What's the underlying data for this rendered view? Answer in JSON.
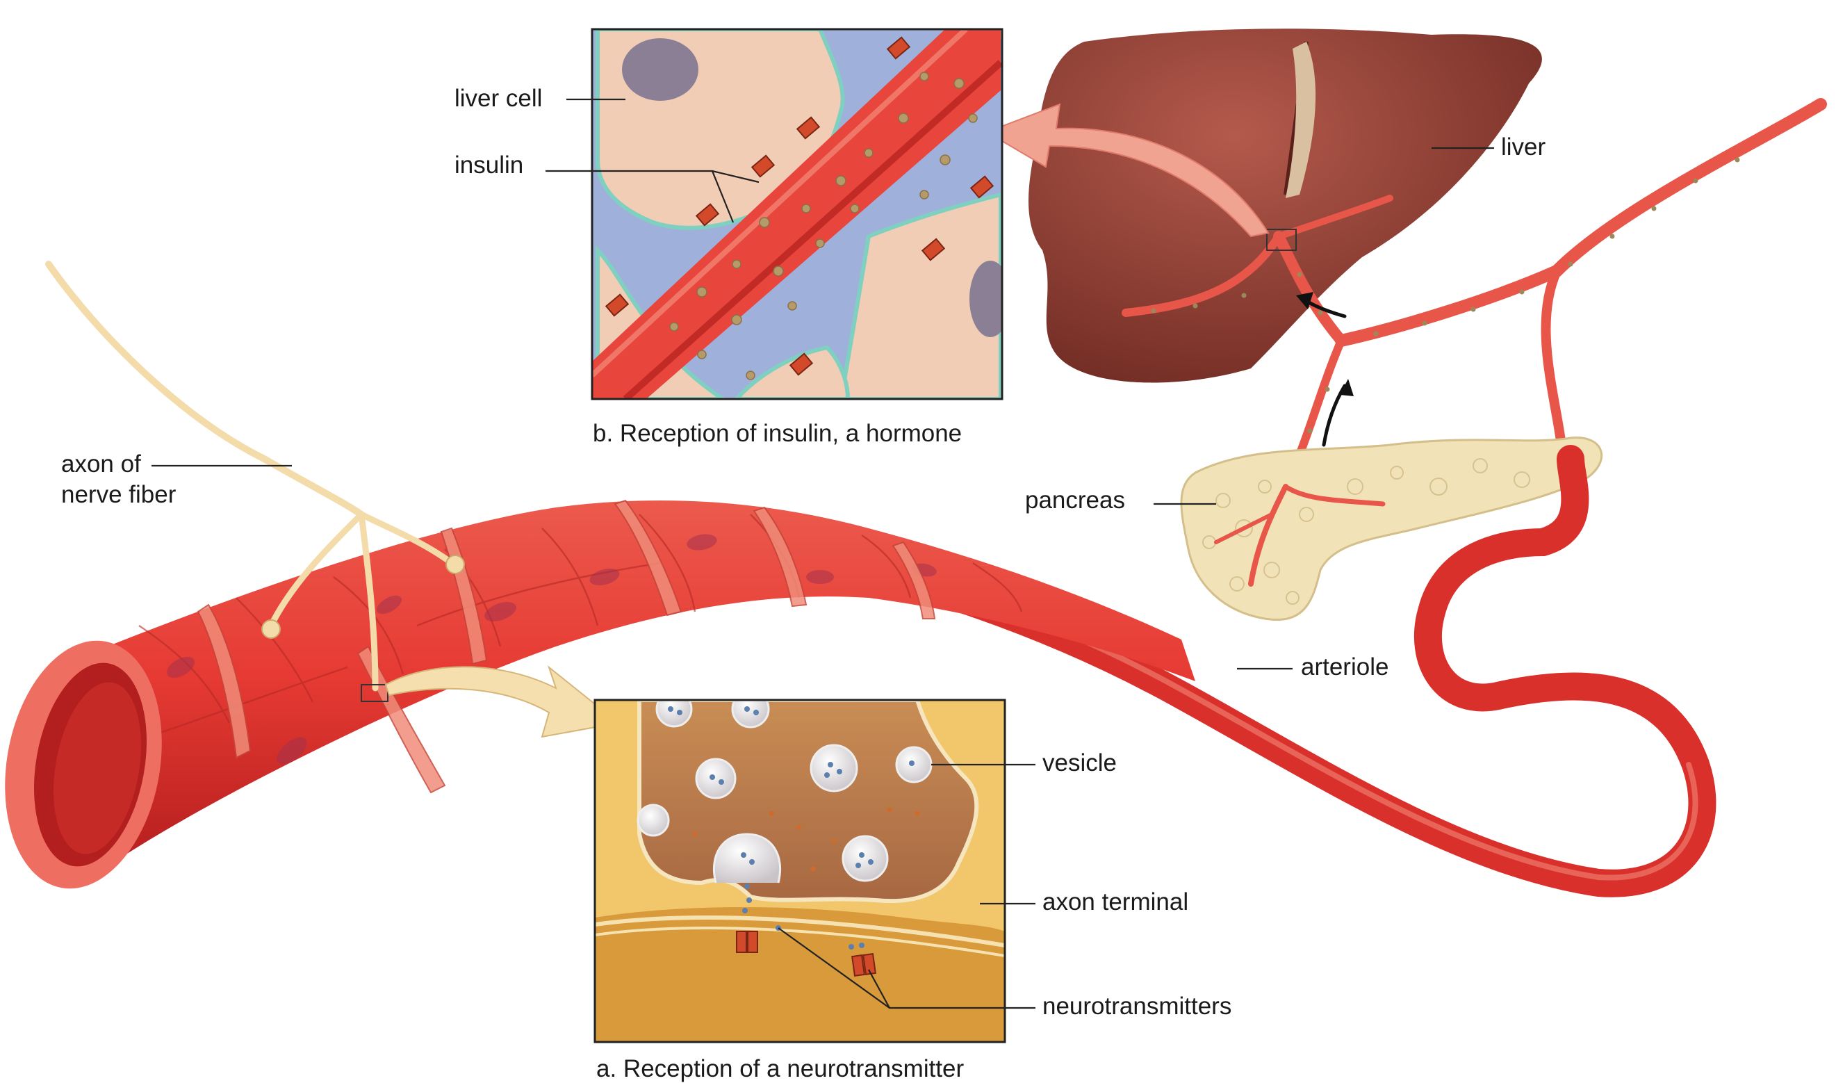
{
  "labels": {
    "liver_cell": "liver cell",
    "insulin": "insulin",
    "liver": "liver",
    "axon_of": "axon of",
    "nerve_fiber": "nerve fiber",
    "pancreas": "pancreas",
    "arteriole": "arteriole",
    "vesicle": "vesicle",
    "axon_terminal": "axon terminal",
    "neurotransmitters": "neurotransmitters"
  },
  "captions": {
    "b": "b. Reception of insulin, a hormone",
    "a": "a. Reception of a neurotransmitter"
  },
  "colors": {
    "artery": "#d9302b",
    "artery_light": "#ee6a5c",
    "liver": "#8a3a2e",
    "liver_cell": "#f2cdb5",
    "membrane": "#9db0d8",
    "nerve": "#f4dcaa",
    "pancreas": "#f2e2b8",
    "terminal": "#e0a64a"
  }
}
